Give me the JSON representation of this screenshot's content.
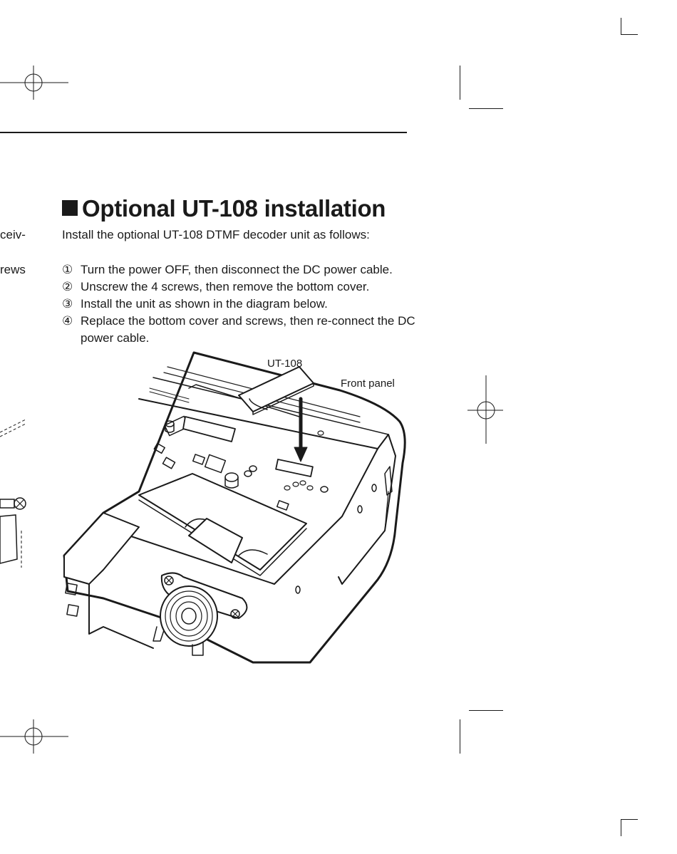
{
  "section": {
    "title": "Optional UT-108 installation",
    "intro": "Install the optional UT-108 DTMF decoder unit as follows:",
    "steps": [
      {
        "num": "①",
        "text": "Turn the power OFF, then disconnect the DC power cable."
      },
      {
        "num": "②",
        "text": "Unscrew the 4 screws, then remove the bottom cover."
      },
      {
        "num": "③",
        "text": "Install the unit as shown in the diagram below."
      },
      {
        "num": "④",
        "text": "Replace the bottom cover and screws, then re-connect the DC power cable."
      }
    ]
  },
  "left_column_fragments": [
    "ceiv-",
    "rews"
  ],
  "diagram": {
    "label_unit": "UT-108",
    "label_front": "Front panel"
  }
}
